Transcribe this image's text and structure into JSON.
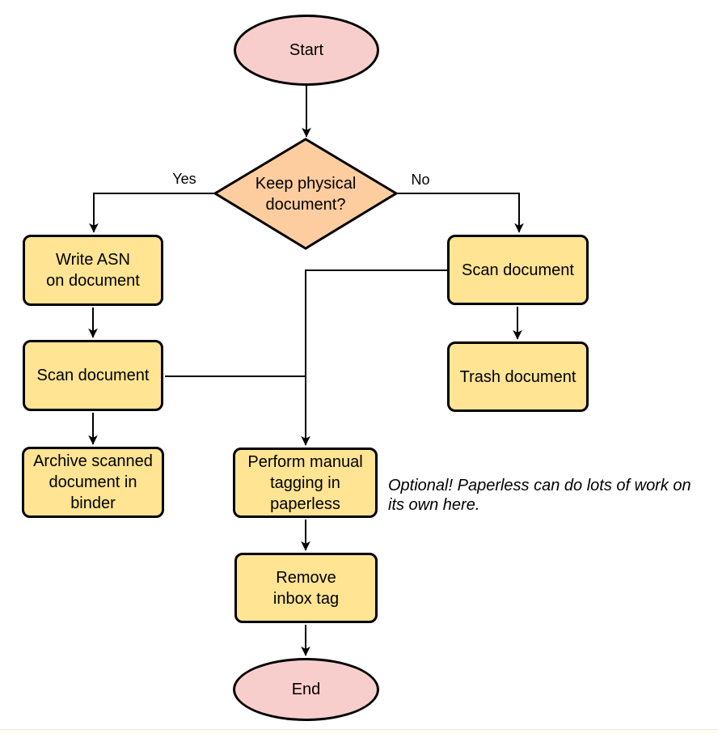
{
  "colors": {
    "canvas_bg": "#ffffff",
    "terminator_fill": "#f8cecc",
    "decision_fill": "#fecd9f",
    "process_fill": "#fee493",
    "line_stroke": "#000000",
    "text_color": "#000000",
    "footer_strip": "#fffcf0"
  },
  "flowchart": {
    "nodes": {
      "start": {
        "label": "Start",
        "type": "terminator"
      },
      "decision": {
        "label": "Keep physical\ndocument?",
        "type": "decision"
      },
      "write_asn": {
        "label": "Write ASN\non document",
        "type": "process"
      },
      "scan_left": {
        "label": "Scan document",
        "type": "process"
      },
      "archive": {
        "label": "Archive scanned\ndocument in\nbinder",
        "type": "process"
      },
      "scan_right": {
        "label": "Scan document",
        "type": "process"
      },
      "trash": {
        "label": "Trash document",
        "type": "process"
      },
      "tagging": {
        "label": "Perform manual\ntagging in\npaperless",
        "type": "process"
      },
      "remove_inbox": {
        "label": "Remove\ninbox tag",
        "type": "process"
      },
      "end": {
        "label": "End",
        "type": "terminator"
      }
    },
    "edge_labels": {
      "yes": "Yes",
      "no": "No"
    },
    "annotation": "Optional! Paperless can do lots of work on\nits own here."
  }
}
